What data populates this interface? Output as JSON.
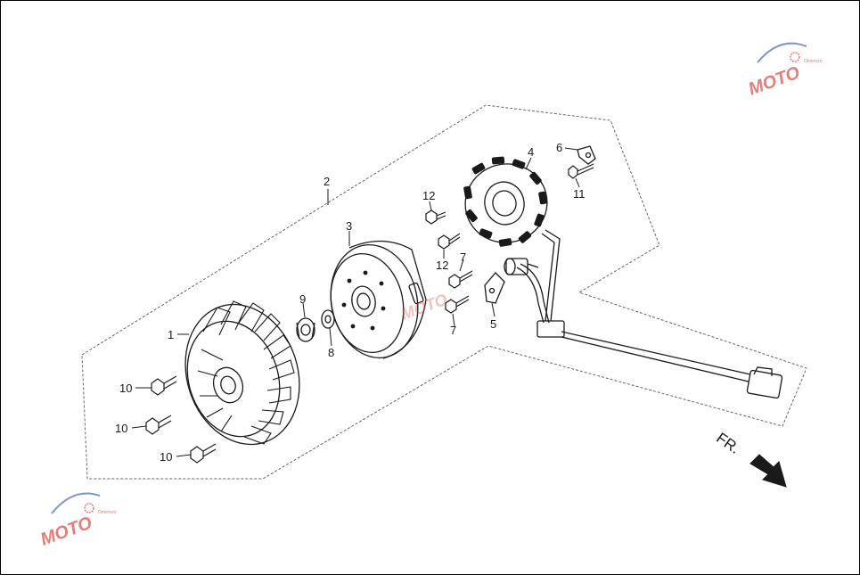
{
  "callouts": {
    "c1": "1",
    "c2": "2",
    "c3": "3",
    "c4": "4",
    "c5": "5",
    "c6": "6",
    "c7a": "7",
    "c7b": "7",
    "c8": "8",
    "c9": "9",
    "c10a": "10",
    "c10b": "10",
    "c10c": "10",
    "c11": "11",
    "c12a": "12",
    "c12b": "12"
  },
  "direction": {
    "label": "FR."
  },
  "watermark": {
    "brand": "MOTO",
    "tagline": "Omerozo"
  },
  "colors": {
    "line": "#1a1a1a",
    "dashed": "#666666",
    "watermark_red": "#d9534f",
    "watermark_blue": "#5b6fb5"
  }
}
